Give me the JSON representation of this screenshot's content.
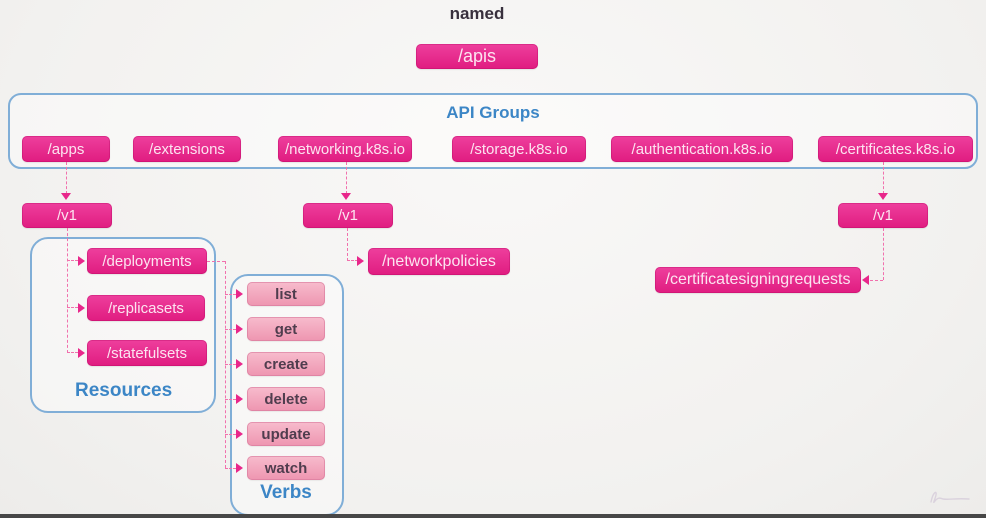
{
  "header": {
    "named_label": "named"
  },
  "root": {
    "label": "/apis"
  },
  "api_groups": {
    "title": "API Groups",
    "items": [
      "/apps",
      "/extensions",
      "/networking.k8s.io",
      "/storage.k8s.io",
      "/authentication.k8s.io",
      "/certificates.k8s.io"
    ]
  },
  "versions": {
    "apps": "/v1",
    "networking": "/v1",
    "certificates": "/v1"
  },
  "resources": {
    "title": "Resources",
    "items": [
      "/deployments",
      "/replicasets",
      "/statefulsets"
    ]
  },
  "networking_resources": {
    "items": [
      "/networkpolicies"
    ]
  },
  "certificates_resources": {
    "items": [
      "/certificatesigningrequests"
    ]
  },
  "verbs": {
    "title": "Verbs",
    "items": [
      "list",
      "get",
      "create",
      "delete",
      "update",
      "watch"
    ]
  },
  "colors": {
    "node_pink": "#e8278b",
    "verb_pink": "#f3a9c0",
    "frame_blue": "#80aed7",
    "label_blue": "#3c86c6",
    "connector_pink": "#f171ad",
    "background": "#f3f2f0"
  }
}
